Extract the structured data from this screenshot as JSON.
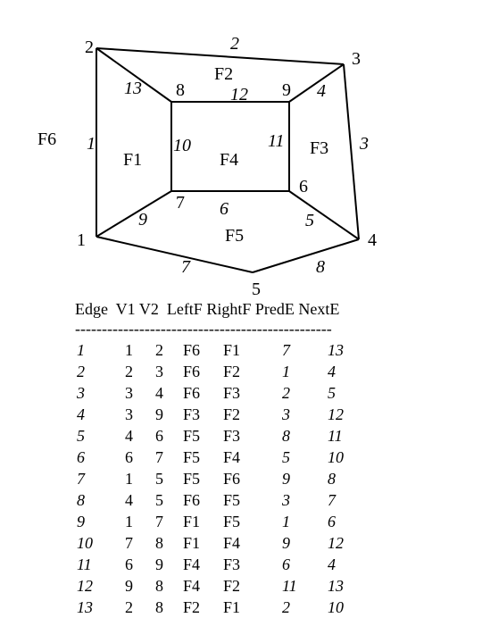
{
  "diagram": {
    "vertex_labels": [
      "1",
      "2",
      "3",
      "4",
      "5",
      "6",
      "7",
      "8",
      "9"
    ],
    "edge_labels": [
      "1",
      "2",
      "3",
      "4",
      "5",
      "6",
      "7",
      "8",
      "9",
      "10",
      "11",
      "12",
      "13"
    ],
    "face_labels": [
      "F1",
      "F2",
      "F3",
      "F4",
      "F5",
      "F6"
    ]
  },
  "table": {
    "header": "Edge  V1 V2  LeftF RightF PredE NextE",
    "separator": "------------------------------------------------",
    "rows": [
      {
        "edge": "1",
        "v1": "1",
        "v2": "2",
        "left": "F6",
        "right": "F1",
        "pred": "7",
        "next": "13"
      },
      {
        "edge": "2",
        "v1": "2",
        "v2": "3",
        "left": "F6",
        "right": "F2",
        "pred": "1",
        "next": "4"
      },
      {
        "edge": "3",
        "v1": "3",
        "v2": "4",
        "left": "F6",
        "right": "F3",
        "pred": "2",
        "next": "5"
      },
      {
        "edge": "4",
        "v1": "3",
        "v2": "9",
        "left": "F3",
        "right": "F2",
        "pred": "3",
        "next": "12"
      },
      {
        "edge": "5",
        "v1": "4",
        "v2": "6",
        "left": "F5",
        "right": "F3",
        "pred": "8",
        "next": "11"
      },
      {
        "edge": "6",
        "v1": "6",
        "v2": "7",
        "left": "F5",
        "right": "F4",
        "pred": "5",
        "next": "10"
      },
      {
        "edge": "7",
        "v1": "1",
        "v2": "5",
        "left": "F5",
        "right": "F6",
        "pred": "9",
        "next": "8"
      },
      {
        "edge": "8",
        "v1": "4",
        "v2": "5",
        "left": "F6",
        "right": "F5",
        "pred": "3",
        "next": "7"
      },
      {
        "edge": "9",
        "v1": "1",
        "v2": "7",
        "left": "F1",
        "right": "F5",
        "pred": "1",
        "next": "6"
      },
      {
        "edge": "10",
        "v1": "7",
        "v2": "8",
        "left": "F1",
        "right": "F4",
        "pred": "9",
        "next": "12"
      },
      {
        "edge": "11",
        "v1": "6",
        "v2": "9",
        "left": "F4",
        "right": "F3",
        "pred": "6",
        "next": "4"
      },
      {
        "edge": "12",
        "v1": "9",
        "v2": "8",
        "left": "F4",
        "right": "F2",
        "pred": "11",
        "next": "13"
      },
      {
        "edge": "13",
        "v1": "2",
        "v2": "8",
        "left": "F2",
        "right": "F1",
        "pred": "2",
        "next": "10"
      }
    ]
  }
}
